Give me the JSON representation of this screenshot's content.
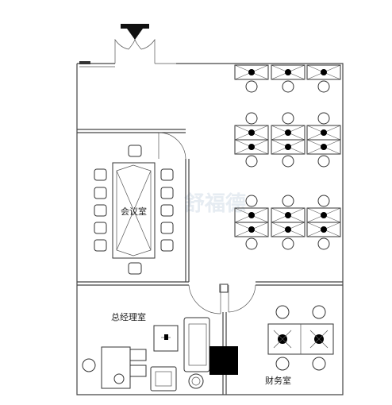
{
  "rooms": {
    "meeting": "会议室",
    "gm_office": "总经理室",
    "finance": "财务室"
  },
  "watermark": "舒福德",
  "icons": {
    "entrance": "entrance-arrow-icon",
    "chair": "chair-icon",
    "workstation": "workstation-icon",
    "sofa": "sofa-icon",
    "plant": "plant-icon"
  },
  "colors": {
    "line": "#333333",
    "fill_dark": "#000000",
    "background": "#ffffff"
  }
}
